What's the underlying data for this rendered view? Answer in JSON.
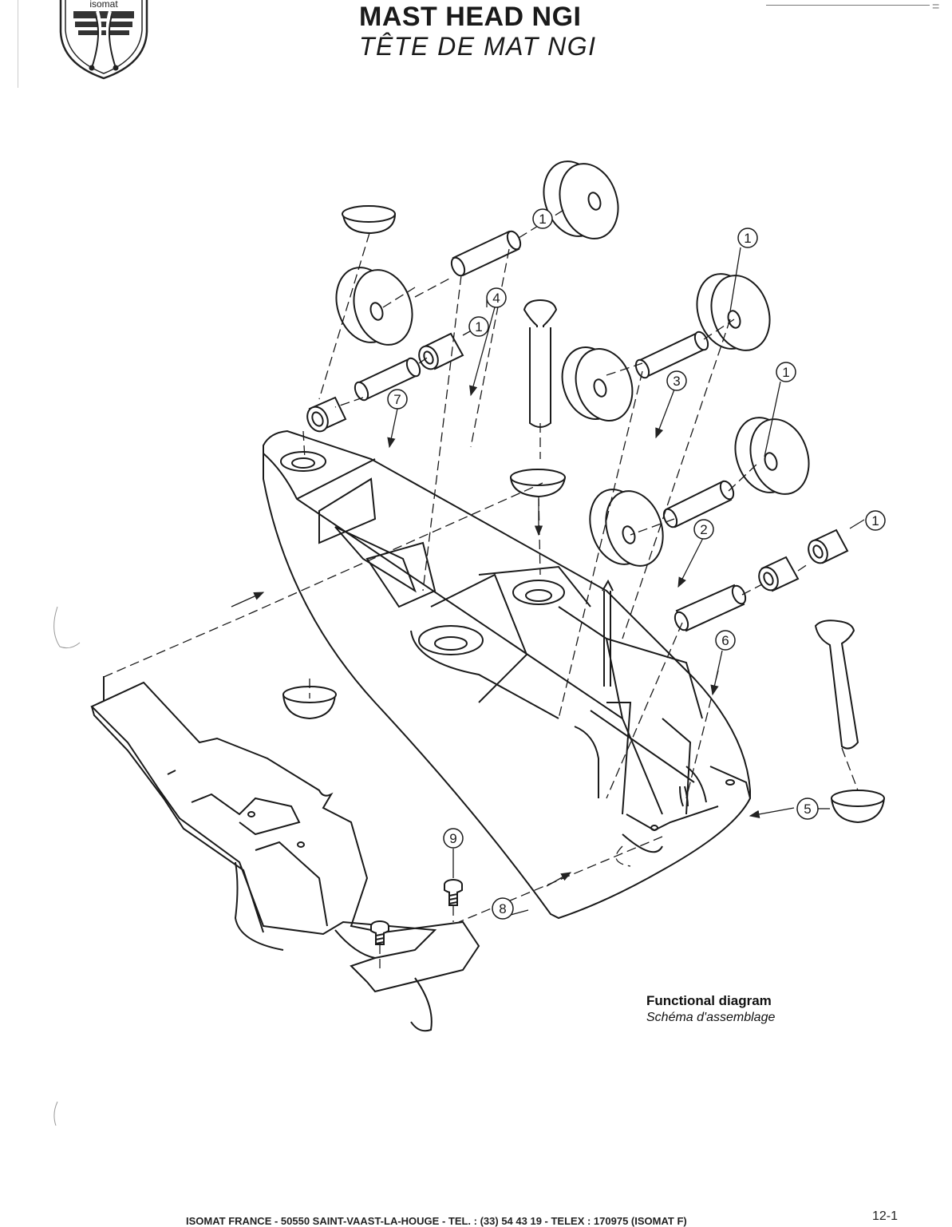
{
  "header": {
    "title_en": "MAST HEAD NGI",
    "title_fr": "TÊTE DE MAT NGI"
  },
  "logo": {
    "text": "isomat"
  },
  "callouts": [
    {
      "id": "c1a",
      "label": "1"
    },
    {
      "id": "c1b",
      "label": "1"
    },
    {
      "id": "c1c",
      "label": "1"
    },
    {
      "id": "c1d",
      "label": "1"
    },
    {
      "id": "c1e",
      "label": "1"
    },
    {
      "id": "c2",
      "label": "2"
    },
    {
      "id": "c3",
      "label": "3"
    },
    {
      "id": "c4",
      "label": "4"
    },
    {
      "id": "c5",
      "label": "5"
    },
    {
      "id": "c6",
      "label": "6"
    },
    {
      "id": "c7",
      "label": "7"
    },
    {
      "id": "c8",
      "label": "8"
    },
    {
      "id": "c9",
      "label": "9"
    }
  ],
  "caption": {
    "en": "Functional diagram",
    "fr": "Schéma d'assemblage"
  },
  "footer": {
    "text": "ISOMAT FRANCE - 50550 SAINT-VAAST-LA-HOUGE - TEL. : (33) 54 43 19 - TELEX : 170975 (ISOMAT F)",
    "page": "12-1"
  }
}
